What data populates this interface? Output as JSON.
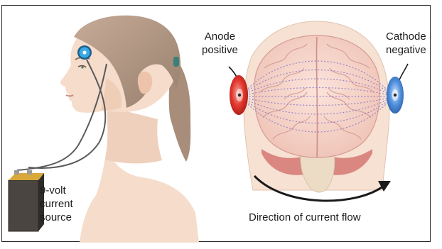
{
  "labels": {
    "source": [
      "9-volt",
      "current",
      "source"
    ],
    "anode": [
      "Anode",
      "positive"
    ],
    "cathode": [
      "Cathode",
      "negative"
    ],
    "flow": "Direction of current flow"
  },
  "colors": {
    "skin": "#f5dccb",
    "skin_shadow": "#eac2aa",
    "hair": "#b59a86",
    "hair_dark": "#8e7462",
    "brain": "#f0c8bd",
    "brain_fold": "#d59a92",
    "current_field": "#8b78c8",
    "anode": "#e2372e",
    "cathode": "#4f8fdc",
    "electrode_scalp": "#3aa9e6",
    "battery": "#4a4540",
    "battery_top": "#d8a83a",
    "wire": "#5a5a5a"
  },
  "icons": {
    "scalp_electrode": "scalp-electrode-icon",
    "anode_electrode": "anode-electrode-icon",
    "cathode_electrode": "cathode-electrode-icon",
    "battery": "battery-icon",
    "flow_arrow": "curved-arrow-icon"
  }
}
